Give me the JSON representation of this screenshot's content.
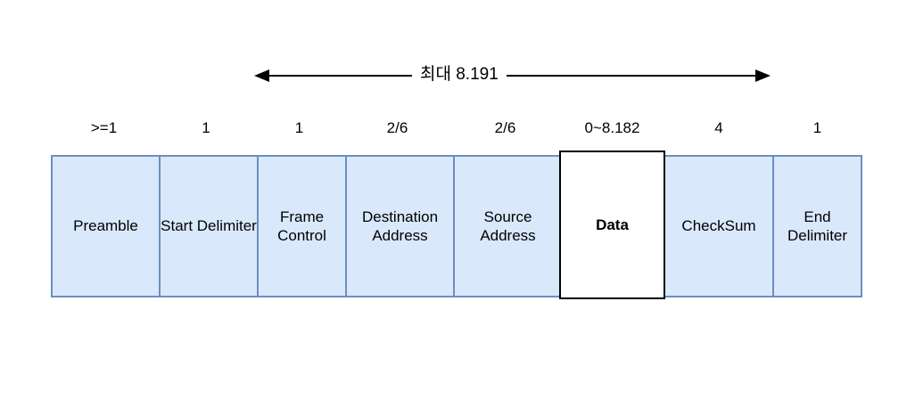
{
  "diagram": {
    "arrow": {
      "label": "최대 8.191"
    },
    "frame": {
      "fields": [
        {
          "size": ">=1",
          "label": "Preamble"
        },
        {
          "size": "1",
          "label": "Start Delimiter"
        },
        {
          "size": "1",
          "label": "Frame Control"
        },
        {
          "size": "2/6",
          "label": "Destination Address"
        },
        {
          "size": "2/6",
          "label": "Source Address"
        },
        {
          "size": "0~8.182",
          "label": "Data"
        },
        {
          "size": "4",
          "label": "CheckSum"
        },
        {
          "size": "1",
          "label": "End Delimiter"
        }
      ]
    },
    "colors": {
      "cell_fill": "#dae8fc",
      "cell_border": "#6c8ebf",
      "data_cell_fill": "#ffffff",
      "data_cell_border": "#000000",
      "arrow_color": "#000000",
      "background": "#ffffff"
    }
  }
}
